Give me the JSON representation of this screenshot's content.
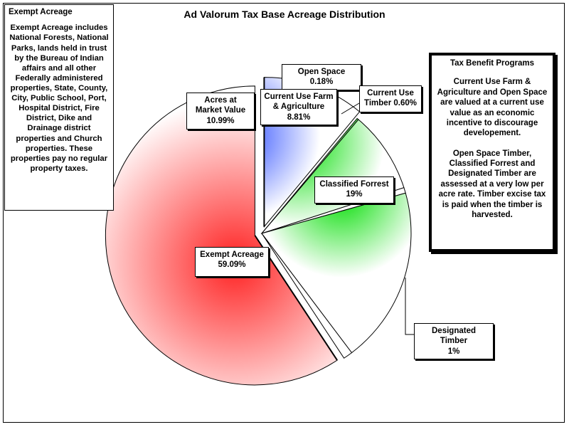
{
  "chart_data": {
    "type": "pie",
    "title": "Ad Valorum Tax Base Acreage Distribution",
    "slices": [
      {
        "name": "Acres at Market Value",
        "value": 10.99,
        "label_lines": [
          "Acres at",
          "Market Value",
          "10.99%"
        ],
        "exploded": true,
        "color": "#2244ff"
      },
      {
        "name": "Open Space",
        "value": 0.18,
        "label_lines": [
          "Open Space 0.18%"
        ],
        "exploded": false,
        "color": "#00cc00"
      },
      {
        "name": "Current Use Farm & Agriculture",
        "value": 8.81,
        "label_lines": [
          "Current Use Farm",
          "& Agriculture",
          "8.81%"
        ],
        "exploded": false,
        "color": "#00dd00"
      },
      {
        "name": "Current Use Timber",
        "value": 0.6,
        "label_lines": [
          "Current Use",
          "Timber 0.60%"
        ],
        "exploded": false,
        "color": "#00dd00"
      },
      {
        "name": "Classified Forrest",
        "value": 19,
        "label_lines": [
          "Classified Forrest",
          "19%"
        ],
        "exploded": false,
        "color": "#00dd00"
      },
      {
        "name": "Designated Timber",
        "value": 1,
        "label_lines": [
          "Designated Timber",
          "1%"
        ],
        "exploded": false,
        "color": "#00dd00"
      },
      {
        "name": "Exempt Acreage",
        "value": 59.09,
        "label_lines": [
          "Exempt Acreage",
          "59.09%"
        ],
        "exploded": true,
        "color": "#ff2222"
      }
    ]
  },
  "exempt_note": {
    "heading": "Exempt Acreage",
    "body": "Exempt Acreage includes National Forests, National Parks, lands held in trust by the Bureau of Indian affairs and all other Federally administered properties, State, County, City, Public School, Port, Hospital District, Fire District, Dike and Drainage district properties and Church properties. These properties pay no regular property taxes."
  },
  "tax_benefit": {
    "heading": "Tax Benefit Programs",
    "paragraph1": "Current Use Farm & Agriculture and Open Space are valued at a current use value as an economic incentive to discourage developement.",
    "paragraph2": "Open Space Timber, Classified Forrest and Designated Timber are assessed at a very low per acre rate. Timber excise tax is paid when the timber is harvested."
  }
}
